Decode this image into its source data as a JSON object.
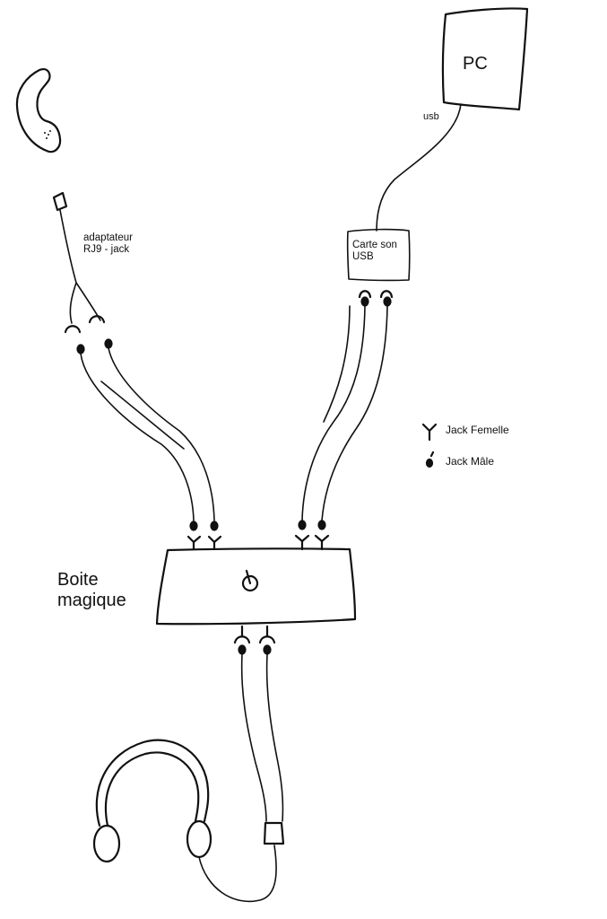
{
  "labels": {
    "pc": "PC",
    "usb": "usb",
    "adapter": "adaptateur\nRJ9 - jack",
    "sound_card": "Carte son\nUSB",
    "magic_box": "Boite\nmagique"
  },
  "legend": {
    "female_jack": "Jack Femelle",
    "male_jack": "Jack Mâle"
  }
}
